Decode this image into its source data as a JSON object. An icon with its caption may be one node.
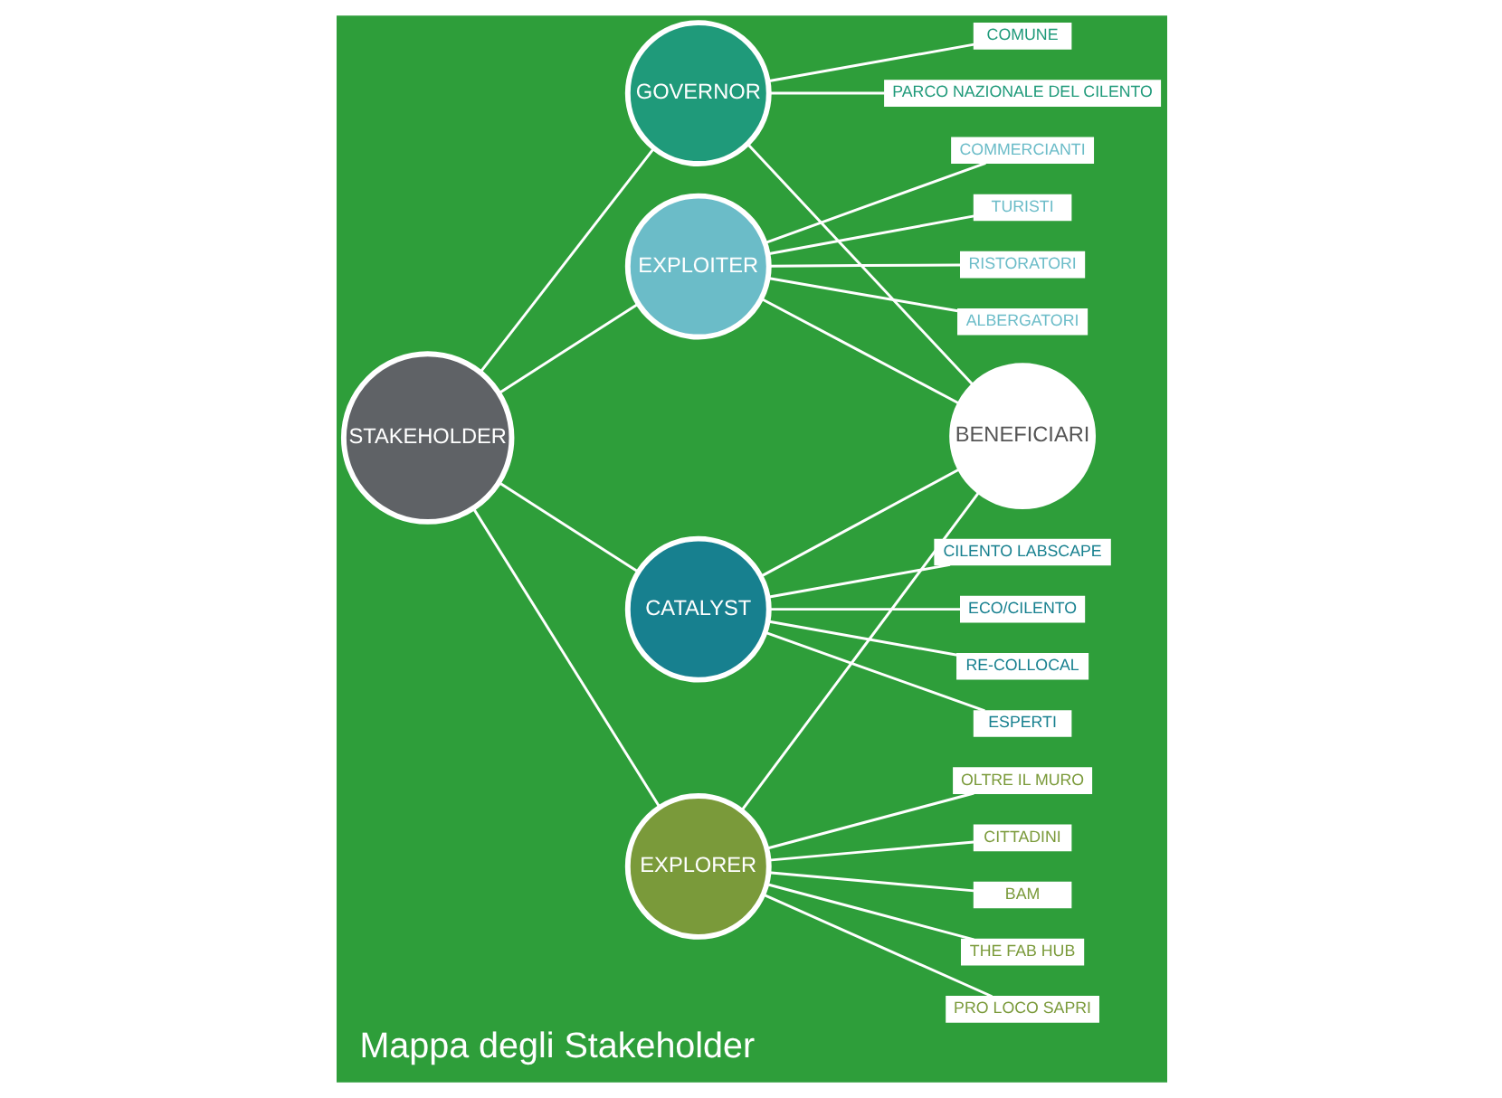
{
  "diagram": {
    "caption": "Mappa degli Stakeholder",
    "nodes": [
      {
        "text": [
          "STAKEHOLDER"
        ]
      },
      {
        "text": [
          "GOVERNOR"
        ]
      },
      {
        "text": [
          "COMUNE"
        ]
      },
      {
        "text": [
          "PARCO NAZIONALE DEL CILENTO"
        ]
      },
      {
        "text": [
          "EXPLOITER"
        ]
      },
      {
        "text": [
          "COMMERCIANTI"
        ]
      },
      {
        "text": [
          "TURISTI"
        ]
      },
      {
        "text": [
          "RISTORATORI"
        ]
      },
      {
        "text": [
          "ALBERGATORI"
        ]
      },
      {
        "text": [
          "CATALYST"
        ]
      },
      {
        "text": [
          "CILENTO LABSCAPE"
        ]
      },
      {
        "text": [
          "ECO/CILENTO"
        ]
      },
      {
        "text": [
          "RE-COLLOCAL"
        ]
      },
      {
        "text": [
          "ESPERTI"
        ]
      },
      {
        "text": [
          "EXPLORER"
        ]
      },
      {
        "text": [
          "THE FAB HUB"
        ]
      },
      {
        "text": [
          "PRO LOCO SAPRI"
        ]
      },
      {
        "text": [
          "OLTRE IL MURO"
        ]
      },
      {
        "text": [
          "CITTADINI"
        ]
      },
      {
        "text": [
          "BAM"
        ]
      },
      {
        "text": [
          "BENEFICIARI"
        ]
      }
    ],
    "edges": [
      {
        "from": 0,
        "to": 1,
        "arrow": "none"
      },
      {
        "from": 0,
        "to": 4,
        "arrow": "none"
      },
      {
        "from": 0,
        "to": 9,
        "arrow": "none"
      },
      {
        "from": 0,
        "to": 14,
        "arrow": "none"
      },
      {
        "from": 1,
        "to": 2,
        "arrow": "none"
      },
      {
        "from": 1,
        "to": 3,
        "arrow": "none"
      },
      {
        "from": 1,
        "to": 20,
        "arrow": "none"
      },
      {
        "from": 4,
        "to": 5,
        "arrow": "none"
      },
      {
        "from": 4,
        "to": 6,
        "arrow": "none"
      },
      {
        "from": 4,
        "to": 7,
        "arrow": "none"
      },
      {
        "from": 4,
        "to": 8,
        "arrow": "none"
      },
      {
        "from": 4,
        "to": 20,
        "arrow": "none"
      },
      {
        "from": 9,
        "to": 10,
        "arrow": "none"
      },
      {
        "from": 9,
        "to": 11,
        "arrow": "none"
      },
      {
        "from": 9,
        "to": 12,
        "arrow": "none"
      },
      {
        "from": 9,
        "to": 13,
        "arrow": "none"
      },
      {
        "from": 9,
        "to": 20,
        "arrow": "none"
      },
      {
        "from": 14,
        "to": 15,
        "arrow": "none"
      },
      {
        "from": 14,
        "to": 16,
        "arrow": "none"
      },
      {
        "from": 14,
        "to": 17,
        "arrow": "none"
      },
      {
        "from": 14,
        "to": 18,
        "arrow": "none"
      },
      {
        "from": 14,
        "to": 19,
        "arrow": "none"
      },
      {
        "from": 14,
        "to": 20,
        "arrow": "none"
      }
    ]
  }
}
